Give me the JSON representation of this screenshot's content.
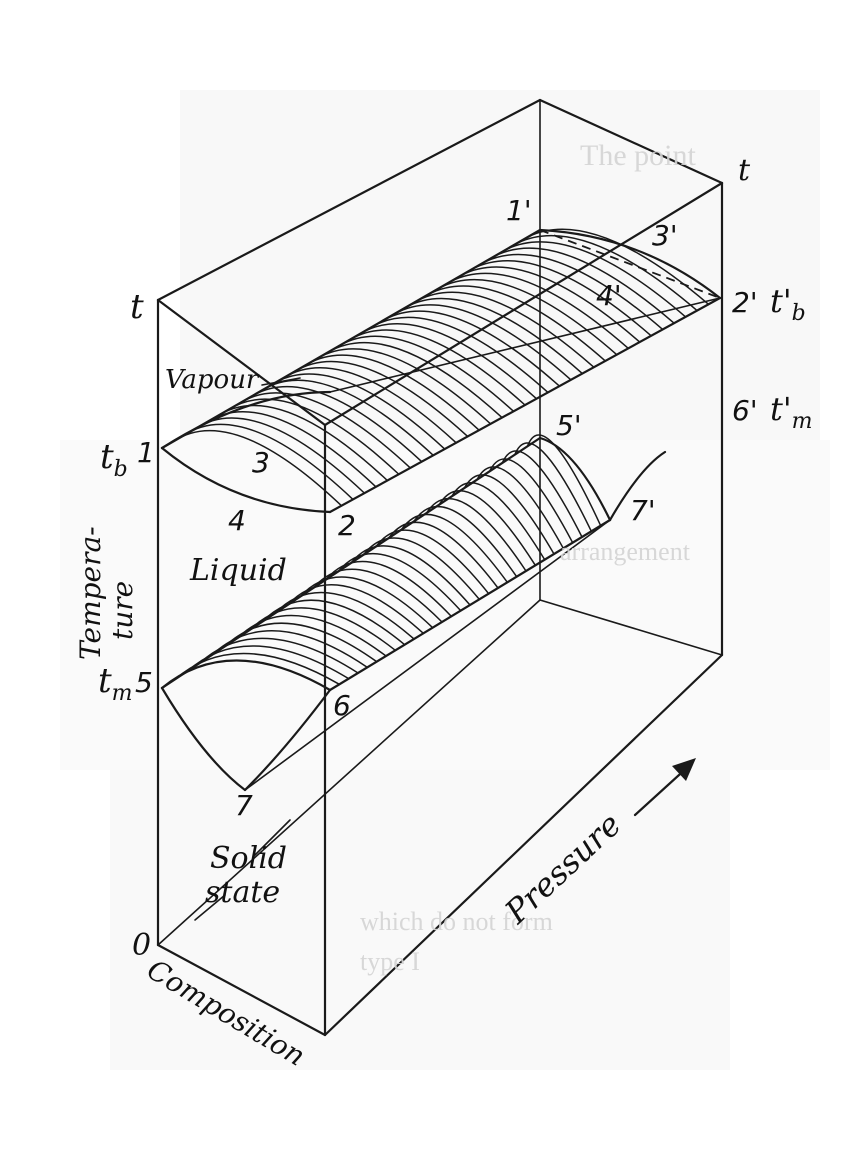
{
  "labels": {
    "t_left": "t",
    "t_right": "t",
    "vapour": "Vapour",
    "liquid": "Liquid",
    "solid_line1": "Solid",
    "solid_line2": "state",
    "temperature_line1": "Tempera-",
    "temperature_line2": "ture",
    "composition": "Composition",
    "pressure": "Pressure",
    "origin": "0",
    "tb": "t",
    "tb_sub": "b",
    "tm": "t",
    "tm_sub": "m",
    "t_b_prime": "t'",
    "t_b_prime_sub": "b",
    "t_m_prime": "t'",
    "t_m_prime_sub": "m"
  },
  "points": {
    "p1": "1",
    "p2": "2",
    "p3": "3",
    "p4": "4",
    "p5": "5",
    "p6": "6",
    "p7": "7",
    "p1p": "1'",
    "p2p": "2'",
    "p3p": "3'",
    "p4p": "4'",
    "p5p": "5'",
    "p6p": "6'",
    "p7p": "7'"
  }
}
